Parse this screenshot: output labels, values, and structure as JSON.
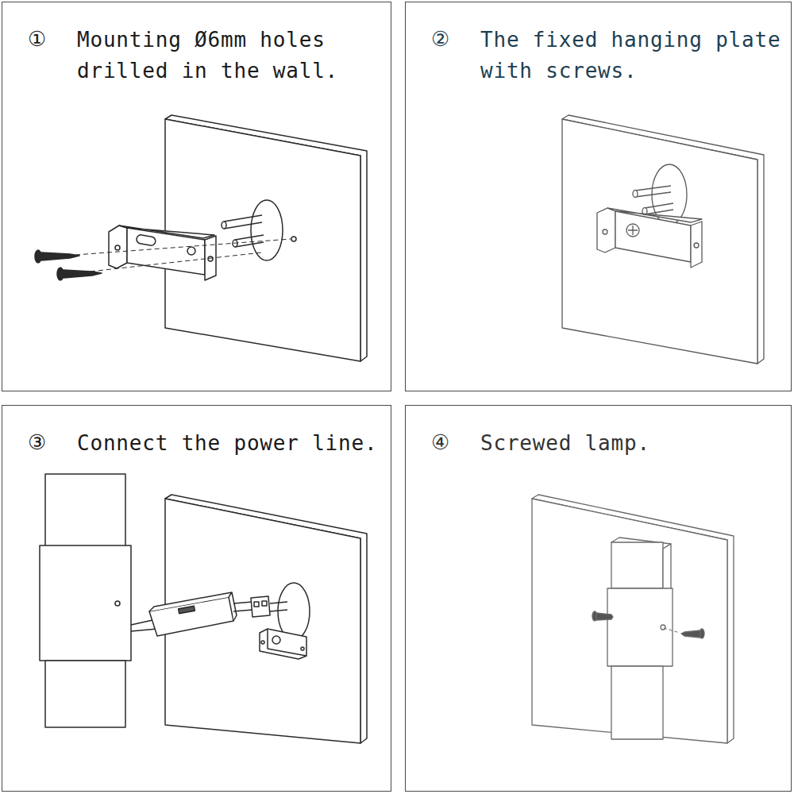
{
  "diagram": {
    "nodes": [
      {
        "text": [
          "①",
          "Mounting Ø6mm holes drilled in the wall."
        ]
      },
      {
        "text": [
          "②",
          "The fixed hanging plate with screws."
        ]
      },
      {
        "text": [
          "③",
          "Connect the power line."
        ]
      },
      {
        "text": [
          "④",
          "Screwed lamp."
        ]
      }
    ]
  }
}
